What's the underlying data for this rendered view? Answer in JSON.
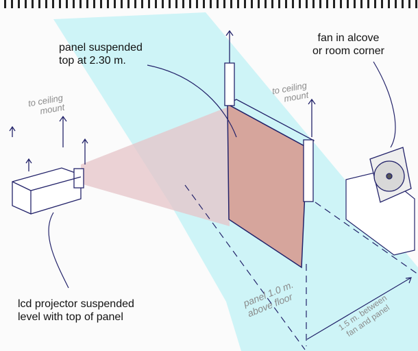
{
  "labels": {
    "panel_top_1": "panel suspended",
    "panel_top_2": "top at 2.30 m.",
    "fan_1": "fan in alcove",
    "fan_2": "or room corner",
    "ceiling_left_1": "to ceiling",
    "ceiling_left_2": "mount",
    "ceiling_right_1": "to ceiling",
    "ceiling_right_2": "mount",
    "projector_1": "lcd projector suspended",
    "projector_2": "level with top of panel",
    "floor_1": "panel 1.0 m.",
    "floor_2": "above floor",
    "distance_1": "1.5 m. between",
    "distance_2": "fan and panel"
  },
  "colors": {
    "airflow": "#c9f3f6",
    "beam": "#e9c9cc",
    "panel": "#d9aaa3",
    "ink": "#23236a"
  }
}
